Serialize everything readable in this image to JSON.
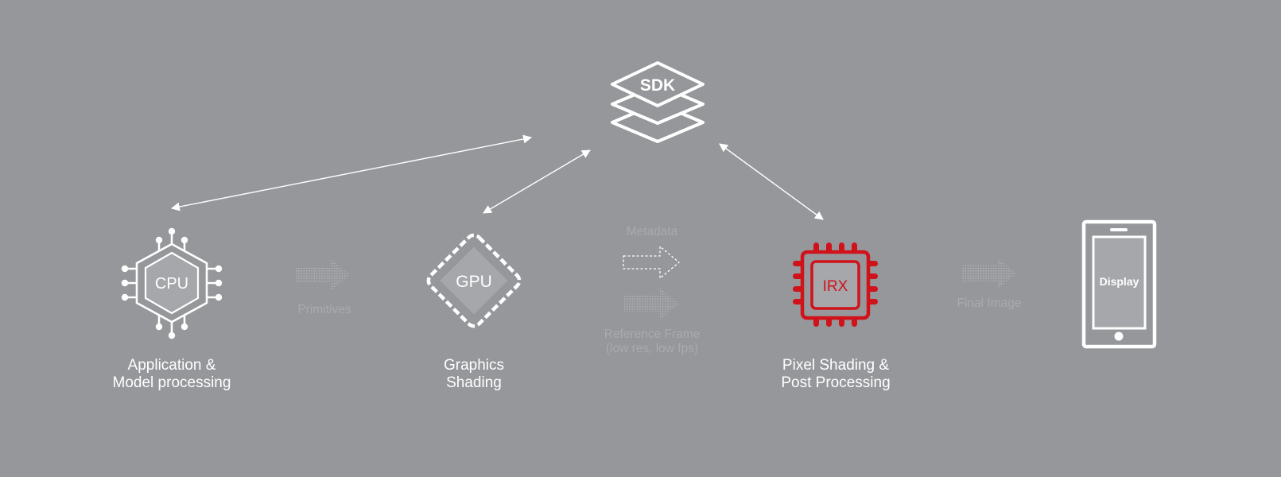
{
  "colors": {
    "background": "#96979b",
    "foreground": "#ffffff",
    "accent": "#d0121b",
    "chip_fill": "#a6a7aa",
    "faint": "#a9aaad"
  },
  "nodes": {
    "sdk": {
      "text": "SDK",
      "icon": "layers-stack-icon"
    },
    "cpu": {
      "text": "CPU",
      "icon": "cpu-chip-icon",
      "caption": [
        "Application &",
        "Model processing"
      ]
    },
    "gpu": {
      "text": "GPU",
      "icon": "gpu-chip-icon",
      "caption": [
        "Graphics",
        "Shading"
      ]
    },
    "irx": {
      "text": "IRX",
      "icon": "irx-chip-icon",
      "caption": [
        "Pixel Shading &",
        "Post Processing"
      ]
    },
    "display": {
      "text": "Display",
      "icon": "smartphone-icon"
    }
  },
  "flows": {
    "primitives": {
      "label": "Primitives"
    },
    "metadata": {
      "label": "Metadata"
    },
    "reference_frame": {
      "label": [
        "Reference Frame",
        "(low res, low fps)"
      ]
    },
    "final_image": {
      "label": "Final Image"
    }
  }
}
